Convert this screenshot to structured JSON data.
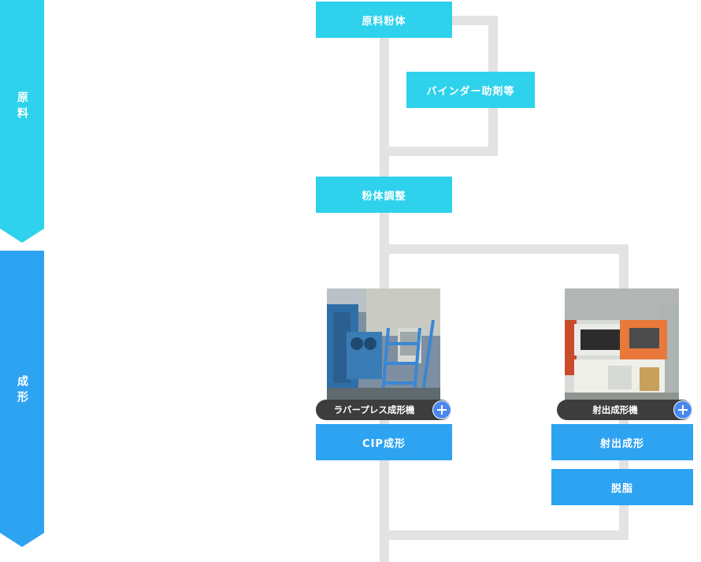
{
  "colors": {
    "raw_stage": "#2ed2ec",
    "forming_stage": "#2ea3f1",
    "connector": "#e3e3e3",
    "pill_bg": "#3d3d3d",
    "plus_button": "#4a88f0"
  },
  "stages": {
    "raw": {
      "label": "原料"
    },
    "forming": {
      "label": "成形"
    }
  },
  "nodes": {
    "raw_powder": "原料粉体",
    "binder": "バインダー助剤等",
    "powder_adjust": "粉体調整",
    "cip": "CIP成形",
    "injection": "射出成形",
    "debinding": "脱脂"
  },
  "machines": {
    "rubber_press": {
      "caption": "ラバープレス成形機",
      "icon": "plus-icon"
    },
    "injection_machine": {
      "caption": "射出成形機",
      "icon": "plus-icon"
    }
  }
}
